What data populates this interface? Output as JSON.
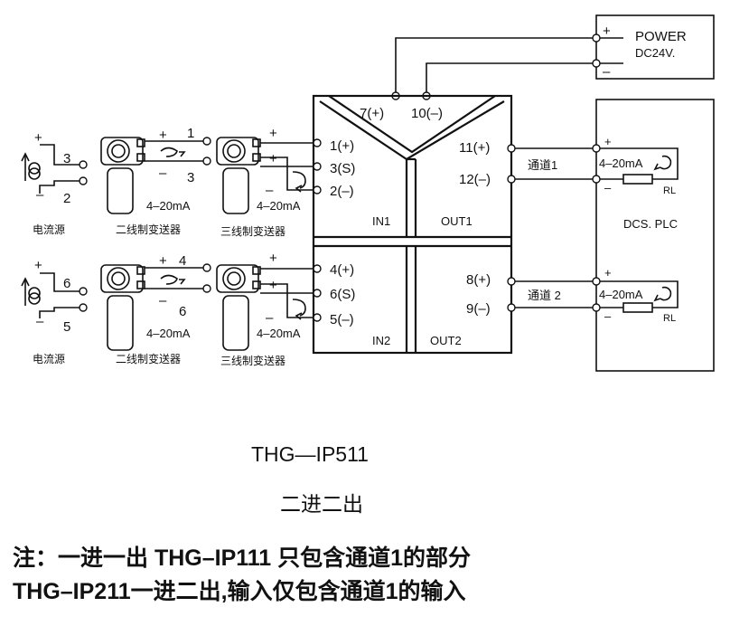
{
  "power": {
    "plus": "+",
    "label": "POWER",
    "voltage": "DC24V.",
    "minus": "–"
  },
  "module": {
    "pin_power_pos": "7(+)",
    "pin_power_neg": "10(–)",
    "in1": {
      "label": "IN1",
      "pins": [
        "1(+)",
        "3(S)",
        "2(–)"
      ]
    },
    "in2": {
      "label": "IN2",
      "pins": [
        "4(+)",
        "6(S)",
        "5(–)"
      ]
    },
    "out1": {
      "label": "OUT1",
      "pins": [
        "11(+)",
        "12(–)"
      ]
    },
    "out2": {
      "label": "OUT2",
      "pins": [
        "8(+)",
        "9(–)"
      ]
    }
  },
  "dcs": {
    "label": "DCS. PLC",
    "current": "4–20mA",
    "resistor": "RL",
    "plus": "+",
    "minus": "–"
  },
  "channels": {
    "ch1": "通道1",
    "ch2": "通道 2"
  },
  "row1": {
    "source": {
      "plus": "+",
      "minus": "–",
      "t_top": "3",
      "t_bot": "2",
      "caption": "电流源"
    },
    "two_wire": {
      "plus": "+",
      "minus": "–",
      "t_top": "1",
      "t_bot": "3",
      "current": "4–20mA",
      "caption": "二线制变送器"
    },
    "three_wire": {
      "plus_top": "+",
      "plus_mid": "+",
      "minus": "–",
      "current": "4–20mA",
      "caption": "三线制变送器"
    }
  },
  "row2": {
    "source": {
      "plus": "+",
      "minus": "–",
      "t_top": "6",
      "t_bot": "5",
      "caption": "电流源"
    },
    "two_wire": {
      "plus": "+",
      "minus": "–",
      "t_top": "4",
      "t_bot": "6",
      "current": "4–20mA",
      "caption": "二线制变送器"
    },
    "three_wire": {
      "plus_top": "+",
      "plus_mid": "+",
      "minus": "–",
      "current": "4–20mA",
      "caption": "三线制变送器"
    }
  },
  "model": "THG—IP511",
  "mode": "二进二出",
  "notes": [
    "注：一进一出 THG–IP111 只包含通道1的部分",
    "THG–IP211一进二出,输入仅包含通道1的输入"
  ]
}
